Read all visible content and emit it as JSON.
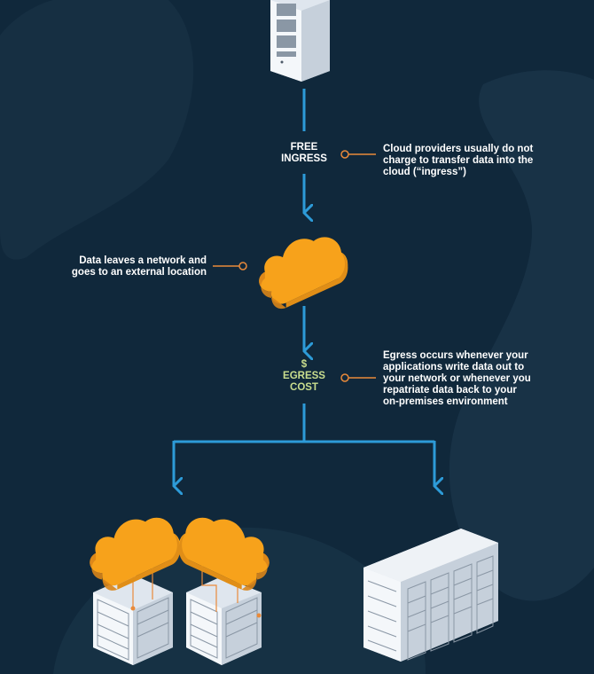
{
  "labels": {
    "free_ingress": [
      "FREE",
      "INGRESS"
    ],
    "ingress_note": [
      "Cloud providers usually do not",
      "charge to transfer data into the",
      "cloud (“ingress”)"
    ],
    "data_leaves_note": [
      "Data leaves a network and",
      "goes to an external location"
    ],
    "egress_cost": [
      "$",
      "EGRESS",
      "COST"
    ],
    "egress_note": [
      "Egress occurs whenever your",
      "applications write data out to",
      "your network or whenever you",
      "repatriate data back to your",
      "on-premises environment"
    ]
  },
  "colors": {
    "background": "#10283b",
    "arrow": "#2d9bd8",
    "cloud": "#f7a21b",
    "connector": "#e98a3a",
    "egress_text": "#c9dd8e",
    "server": "#e7edf3"
  },
  "icons": [
    "server-rack-icon",
    "cloud-icon",
    "cloud-datacenter-icon",
    "on-premises-datacenter-icon"
  ]
}
